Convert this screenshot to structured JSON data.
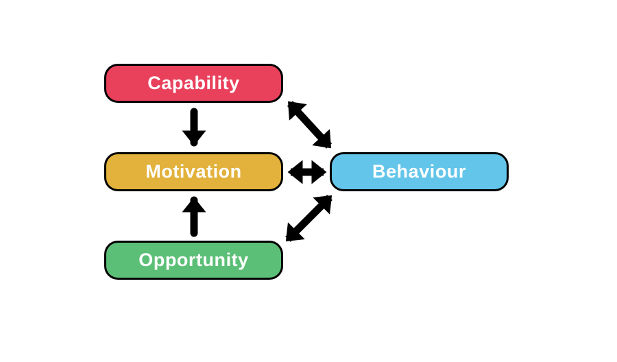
{
  "diagram": {
    "background": "#ffffff",
    "stroke_color": "#000000",
    "label_color": "#ffffff",
    "nodes": [
      {
        "id": "capability",
        "label": "Capability",
        "color": "#E9415C"
      },
      {
        "id": "motivation",
        "label": "Motivation",
        "color": "#E2B23D"
      },
      {
        "id": "opportunity",
        "label": "Opportunity",
        "color": "#5CBF77"
      },
      {
        "id": "behaviour",
        "label": "Behaviour",
        "color": "#63C5E9"
      }
    ],
    "edges": [
      {
        "from": "capability",
        "to": "motivation",
        "bidirectional": false
      },
      {
        "from": "opportunity",
        "to": "motivation",
        "bidirectional": false
      },
      {
        "from": "motivation",
        "to": "behaviour",
        "bidirectional": true
      },
      {
        "from": "capability",
        "to": "behaviour",
        "bidirectional": true
      },
      {
        "from": "opportunity",
        "to": "behaviour",
        "bidirectional": true
      }
    ]
  }
}
